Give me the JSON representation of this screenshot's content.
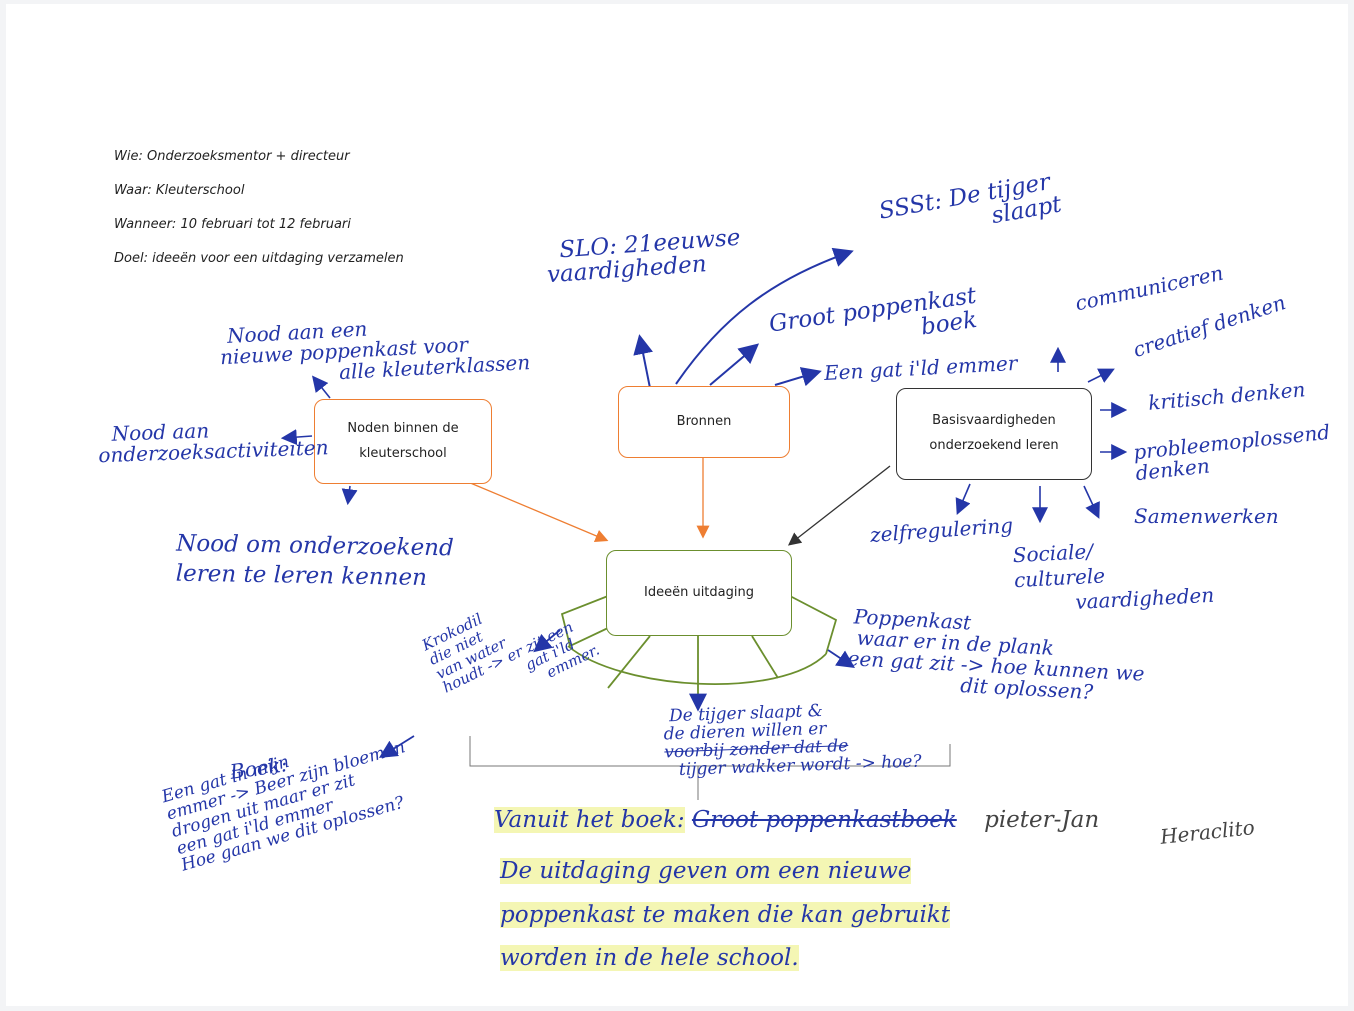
{
  "header": {
    "wie": "Wie: Onderzoeksmentor + directeur",
    "waar": "Waar: Kleuterschool",
    "wanneer": "Wanneer: 10 februari tot 12 februari",
    "doel": "Doel: ideeën voor een uitdaging verzamelen"
  },
  "boxes": {
    "noden": [
      "Noden binnen de",
      "kleuterschool"
    ],
    "bronnen": "Bronnen",
    "basis": [
      "Basisvaardigheden",
      "onderzoekend leren"
    ],
    "ideeen": "Ideeën uitdaging"
  },
  "handwritten": {
    "noden_top": [
      "Nood aan een",
      "nieuwe poppenkast voor",
      "alle kleuterklassen"
    ],
    "noden_left": [
      "Nood aan",
      "onderzoeksactiviteiten"
    ],
    "noden_bottom": [
      "Nood om onderzoekend",
      "leren te leren kennen"
    ],
    "slo": [
      "SLO: 21eeuwse",
      "vaardigheden"
    ],
    "ssst": [
      "SSSt: De tijger",
      "slaapt"
    ],
    "groot": [
      "Groot poppenkast",
      "boek"
    ],
    "gat": "Een gat i'ld emmer",
    "communiceren": "communiceren",
    "creatief": "creatief denken",
    "kritisch": "kritisch denken",
    "probleem": [
      "probleemoplossend",
      "denken"
    ],
    "samenwerken": "Samenwerken",
    "zelfregulering": "zelfregulering",
    "sociale": [
      "Sociale/",
      "culturele",
      "vaardigheden"
    ],
    "poppenkast": [
      "Poppenkast",
      "waar er in de plank",
      "een gat zit -> hoe kunnen we",
      "dit oplossen?"
    ],
    "krokodil": [
      "Krokodil",
      "die niet",
      "van water",
      "houdt -> er zit een",
      "gat i'ld",
      "emmer."
    ],
    "tijger": [
      "De tijger slaapt &",
      "de dieren willen er",
      "voorbij zonder dat de",
      "tijger wakker wordt -> hoe?"
    ],
    "boek_title": "Boek:",
    "boek_lines": [
      "Een gat in mijn",
      "emmer -> Beer zijn bloemen",
      "drogen uit maar er zit",
      "een gat i'ld emmer",
      "Hoe gaan we dit oplossen?"
    ],
    "vanuit_prefix": "Vanuit het boek:",
    "vanuit_struck": "Groot poppenkastboek",
    "vanuit_name": "pieter-Jan",
    "vanuit_name2": "Heraclito",
    "vanuit_lines": [
      "De uitdaging geven om een nieuwe",
      "poppenkast te maken die kan gebruikt",
      "worden in de hele school."
    ]
  },
  "colors": {
    "ink": "#2436a8",
    "orange": "#ee7e32",
    "green": "#6b8f2e",
    "dark": "#333333",
    "highlight": "#f4f6b4"
  }
}
